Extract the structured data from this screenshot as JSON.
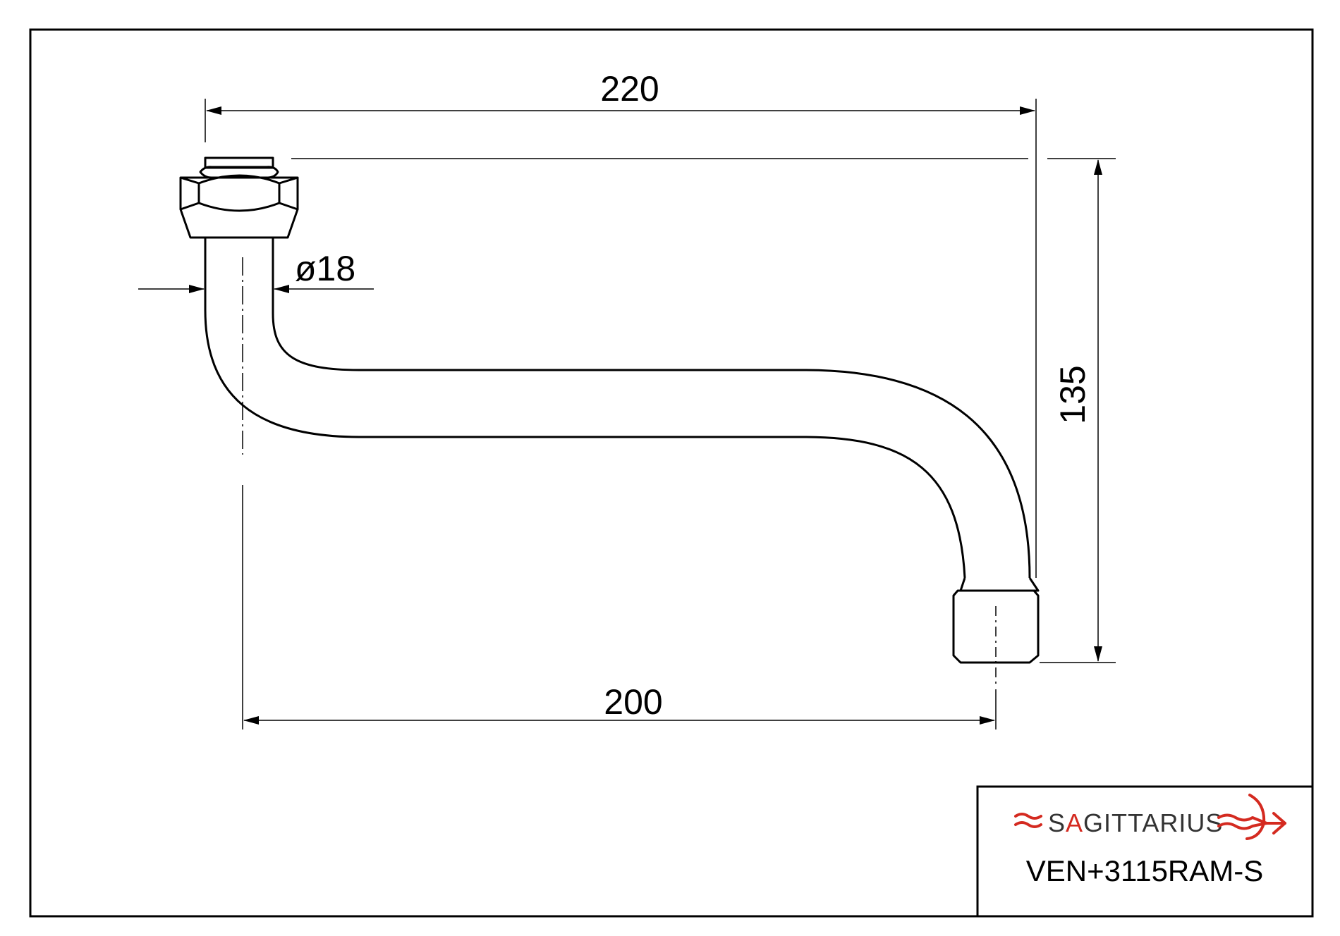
{
  "dimensions": {
    "overall_length": "220",
    "centre_distance": "200",
    "height": "135",
    "diameter": "ø18"
  },
  "title_block": {
    "brand_prefix": "S",
    "brand_accent": "A",
    "brand_suffix": "GITTARIUS",
    "part_number": "VEN+3115RAM-S"
  },
  "colors": {
    "line": "#000000",
    "brand_red": "#d42a20",
    "brand_text": "#333333"
  },
  "icons": {
    "brand_logo": "sagittarius-arrow-logo"
  }
}
